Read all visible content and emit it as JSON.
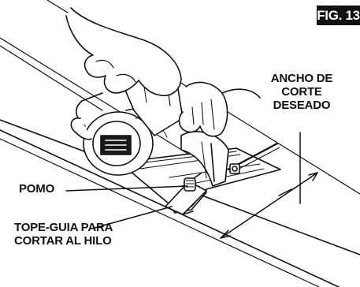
{
  "figure": {
    "number": "FIG. 13"
  },
  "labels": {
    "width": [
      "ANCHO DE",
      "CORTE",
      "DESEADO"
    ],
    "knob": "POMO",
    "guide": [
      "TOPE-GUIA PARA",
      "CORTAR AL HILO"
    ]
  },
  "colors": {
    "ink": "#111111",
    "background": "#ffffff"
  }
}
